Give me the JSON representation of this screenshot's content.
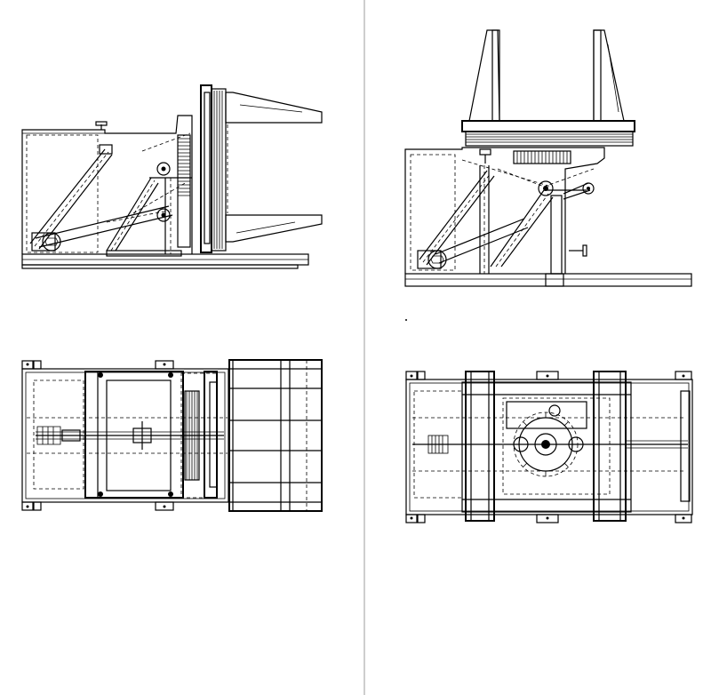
{
  "drawing": {
    "views": [
      {
        "id": "left-side-elevation"
      },
      {
        "id": "left-plan-view"
      },
      {
        "id": "right-side-elevation"
      },
      {
        "id": "right-plan-view"
      }
    ],
    "colors": {
      "line": "#000000",
      "divider": "#bdbdbd",
      "background": "#ffffff"
    }
  }
}
